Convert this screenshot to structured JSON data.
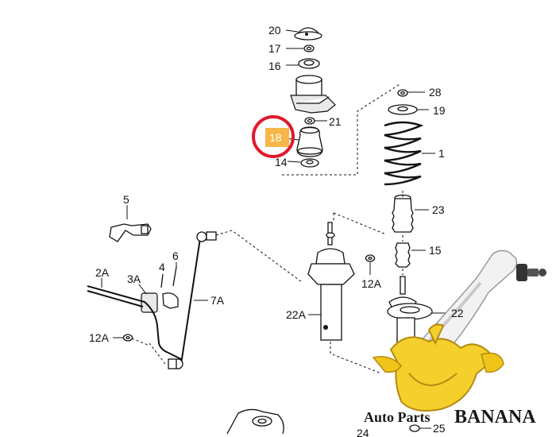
{
  "callouts": {
    "c20": "20",
    "c17": "17",
    "c16": "16",
    "c21": "21",
    "c18": "18",
    "c14": "14",
    "c28": "28",
    "c19": "19",
    "c1": "1",
    "c23": "23",
    "c15": "15",
    "c22": "22",
    "c5": "5",
    "c6": "6",
    "c4": "4",
    "c3A": "3A",
    "c2A": "2A",
    "c7A": "7A",
    "c12A_left": "12A",
    "c12A_mid": "12A",
    "c22A": "22A",
    "c24": "24",
    "c25": "25"
  },
  "highlight": {
    "target": "18",
    "ring_color": "#e0192c",
    "fill_color": "#f7b648"
  },
  "watermark": {
    "text_small": "Auto Parts",
    "text_big": "BANANA",
    "banana_color": "#f5cf2b"
  }
}
